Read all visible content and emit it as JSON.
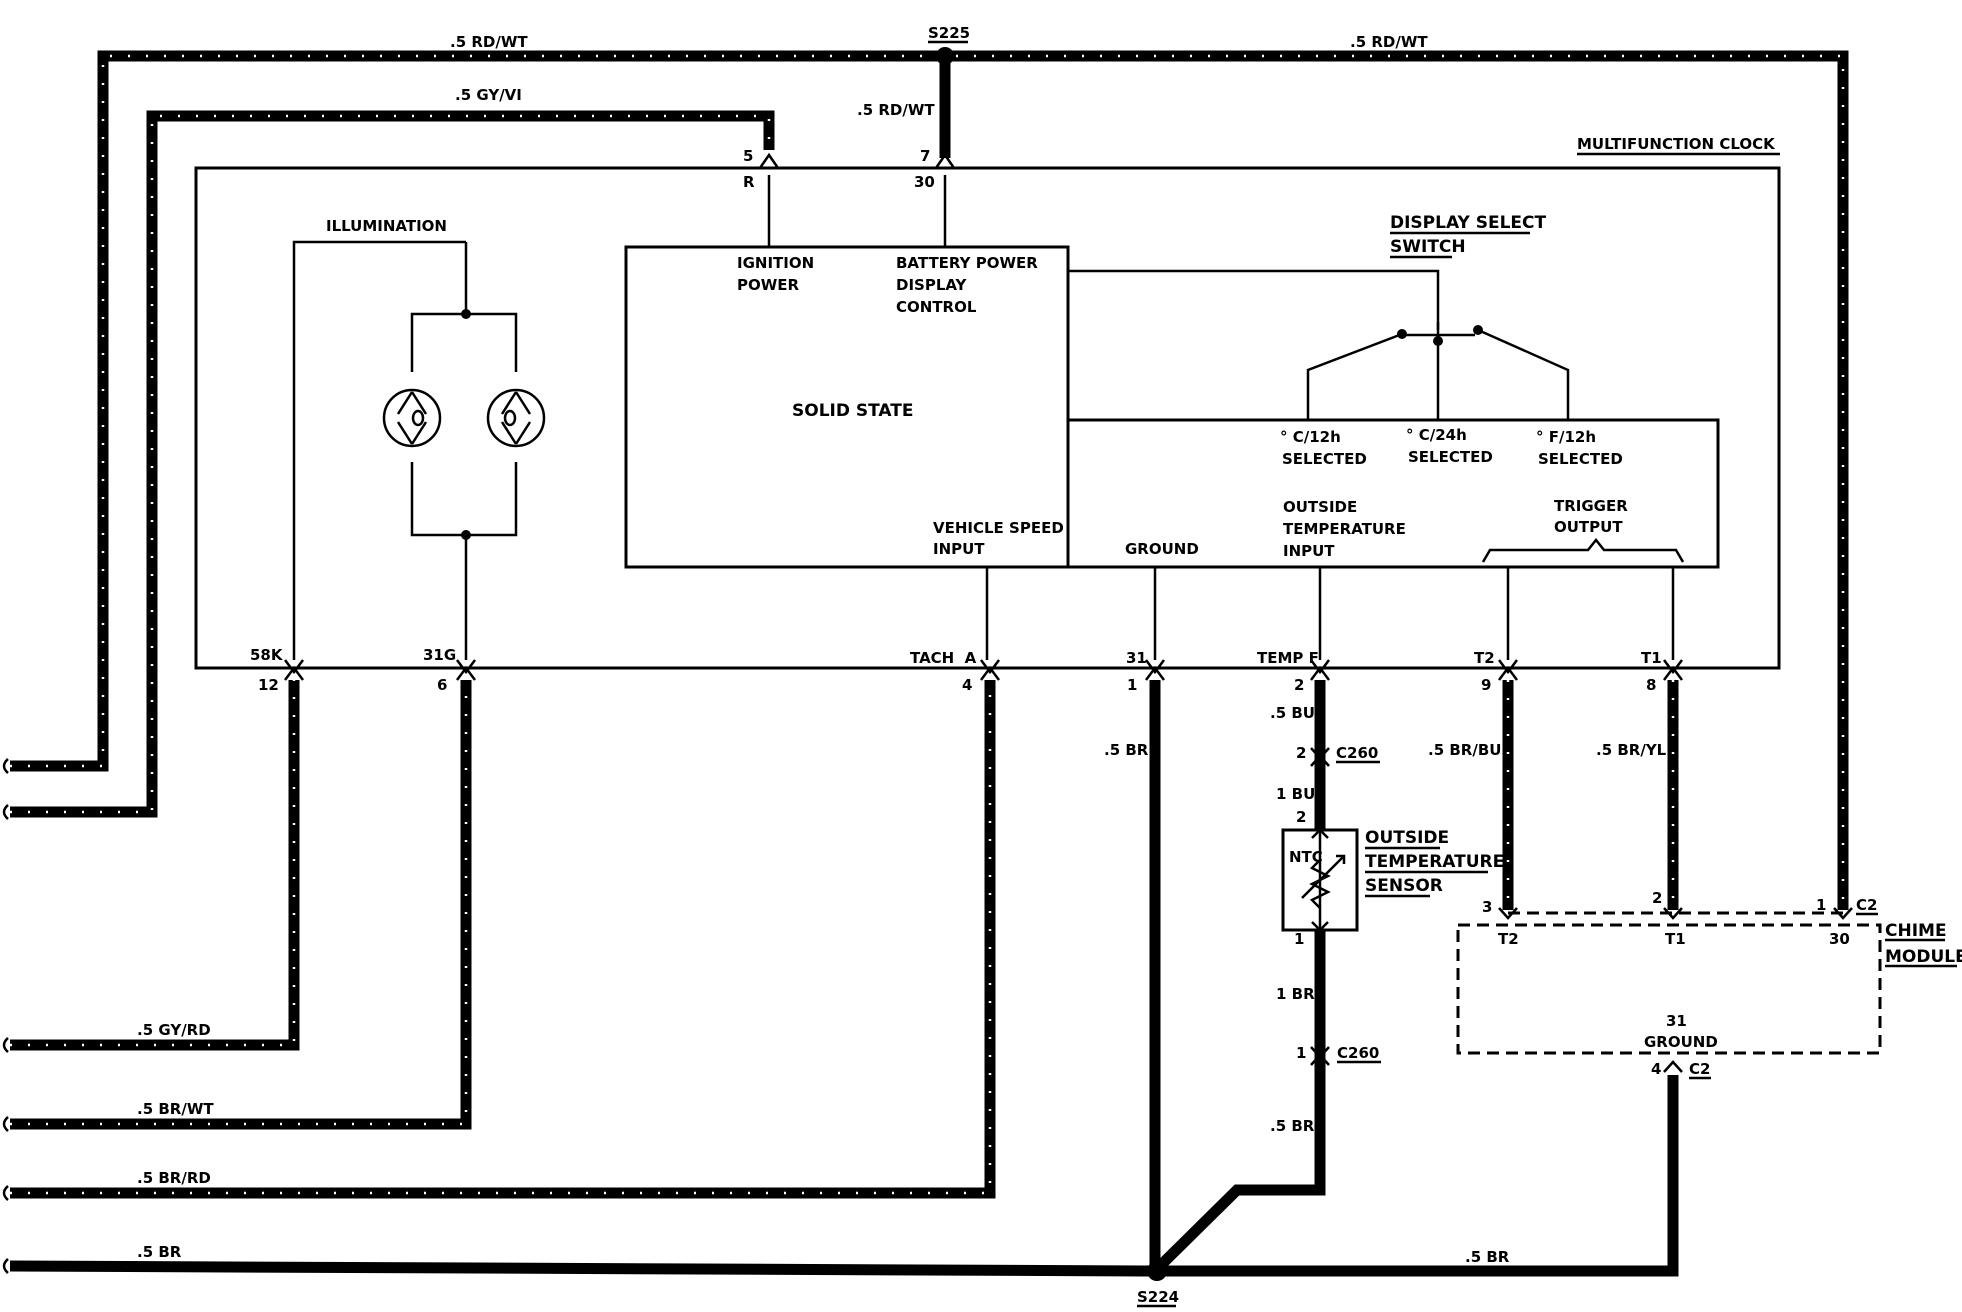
{
  "modules": {
    "clock": "MULTIFUNCTION CLOCK",
    "chime_1": "CHIME",
    "chime_2": "MODULE",
    "sensor_1": "OUTSIDE",
    "sensor_2": "TEMPERATURE",
    "sensor_3": "SENSOR",
    "ntc": "NTC"
  },
  "splices": {
    "s225": "S225",
    "s224": "S224"
  },
  "connectors": {
    "c260": "C260",
    "c2": "C2"
  },
  "internal": {
    "illumination": "ILLUMINATION",
    "solid_state": "SOLID STATE",
    "ignition_1": "IGNITION",
    "ignition_2": "POWER",
    "battery_1": "BATTERY POWER",
    "battery_2": "DISPLAY",
    "battery_3": "CONTROL",
    "display_select_1": "DISPLAY SELECT",
    "display_select_2": "SWITCH",
    "c12_1": "° C/12h",
    "c12_2": "SELECTED",
    "c24_1": "° C/24h",
    "c24_2": "SELECTED",
    "f12_1": "° F/12h",
    "f12_2": "SELECTED",
    "vss_1": "VEHICLE SPEED",
    "vss_2": "INPUT",
    "ground": "GROUND",
    "ot_1": "OUTSIDE",
    "ot_2": "TEMPERATURE",
    "ot_3": "INPUT",
    "trig_1": "TRIGGER",
    "trig_2": "OUTPUT",
    "chime_ground": "GROUND"
  },
  "terminals": {
    "p5": "5",
    "pR": "R",
    "p7": "7",
    "p30": "30",
    "t58k": "58K",
    "p12": "12",
    "t31g": "31G",
    "p6": "6",
    "ttach": "TACH  A",
    "p4": "4",
    "t31": "31",
    "p1": "1",
    "ttemp": "TEMP F",
    "p2": "2",
    "tt2": "T2",
    "p9": "9",
    "tt1": "T1",
    "p8": "8",
    "c260a_pin": "2",
    "sensor_top_pin": "2",
    "sensor_bot_pin": "1",
    "c260b_pin": "1",
    "ch_pin3": "3",
    "ch_pin2": "2",
    "ch_pin1": "1",
    "ch_t2": "T2",
    "ch_t1": "T1",
    "ch_30": "30",
    "ch_31": "31",
    "ch_pin4": "4"
  },
  "wires": {
    "rdwt_left": ".5 RD/WT",
    "rdwt_right": ".5 RD/WT",
    "rdwt_drop": ".5 RD/WT",
    "gyvi": ".5 GY/VI",
    "gyrd": ".5 GY/RD",
    "brwt": ".5 BR/WT",
    "brrd": ".5 BR/RD",
    "br_bottom": ".5 BR",
    "br_ground": ".5 BR",
    "bu_05": ".5 BU",
    "bu_1": "1 BU",
    "br_1": "1 BR",
    "br_sensor_low": ".5 BR",
    "brbu": ".5 BR/BU",
    "bryl": ".5 BR/YL",
    "br_chime": ".5 BR"
  }
}
